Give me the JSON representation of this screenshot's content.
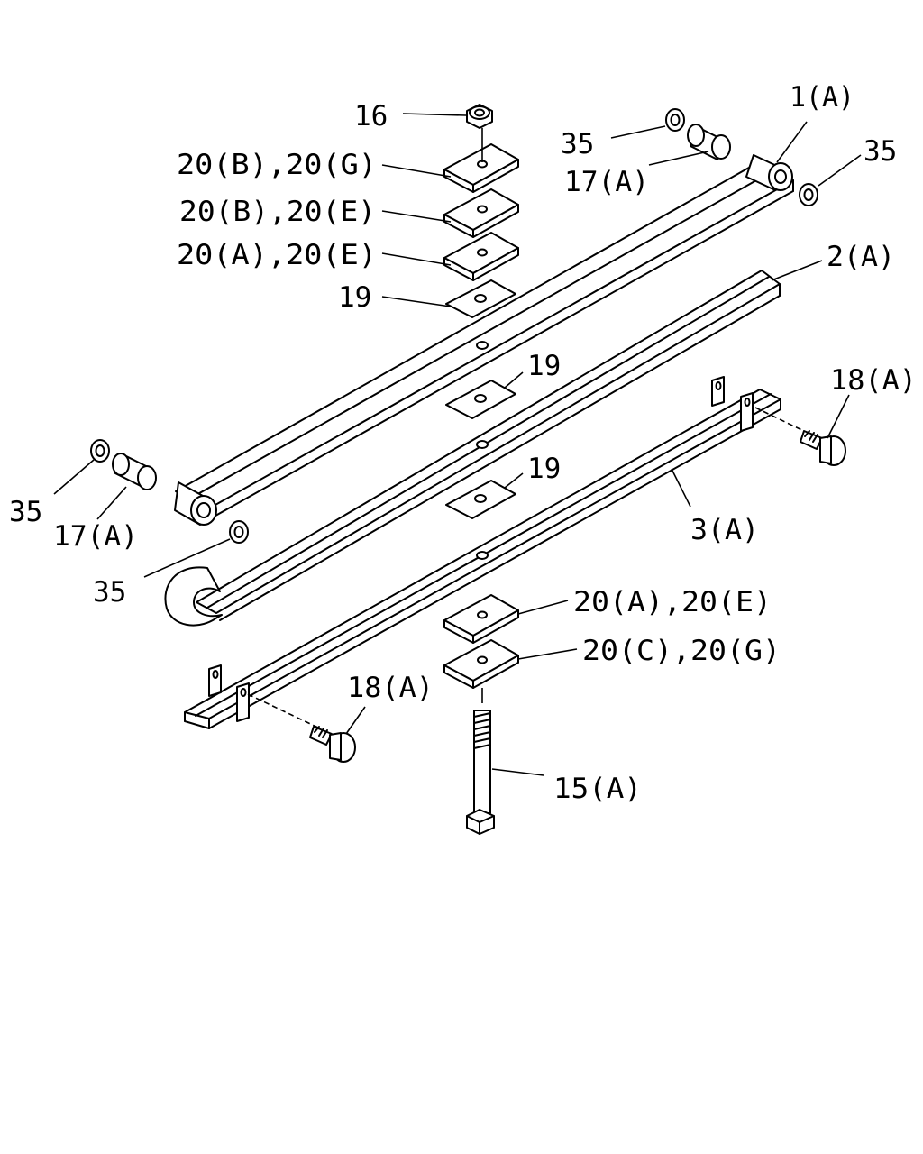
{
  "labels": {
    "p16": "16",
    "p20bg_top": "20(B),20(G)",
    "p20be": "20(B),20(E)",
    "p20ae_top": "20(A),20(E)",
    "p19_top": "19",
    "p35_top": "35",
    "p17a_top": "17(A)",
    "p1a": "1(A)",
    "p35_right": "35",
    "p2a": "2(A)",
    "p19_mid": "19",
    "p18a_right": "18(A)",
    "p35_left": "35",
    "p17a_left": "17(A)",
    "p19_low": "19",
    "p3a": "3(A)",
    "p35_low": "35",
    "p20ae_low": "20(A),20(E)",
    "p20cg": "20(C),20(G)",
    "p18a_low": "18(A)",
    "p15a": "15(A)"
  }
}
